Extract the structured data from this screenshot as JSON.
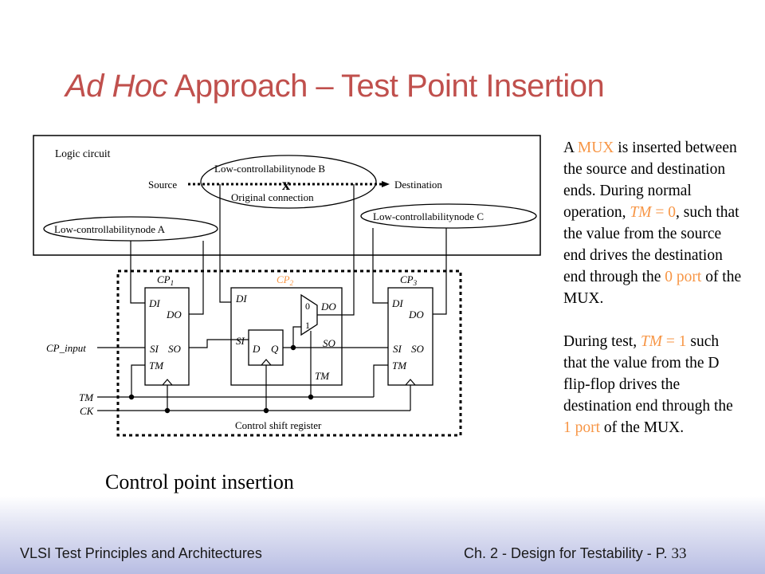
{
  "slide": {
    "title_italic": "Ad Hoc",
    "title_rest": " Approach – Test Point Insertion",
    "caption": "Control point insertion",
    "explanation": {
      "p1": [
        {
          "text": "A ",
          "hl": false
        },
        {
          "text": "MUX",
          "hl": true
        },
        {
          "text": " is inserted between the source and destination ends. During normal operation, ",
          "hl": false
        },
        {
          "text": "TM",
          "hl": true,
          "italic": true
        },
        {
          "text": " = 0",
          "hl": true
        },
        {
          "text": ", such that the value from the source end drives the destination end through the ",
          "hl": false
        },
        {
          "text": "0 port",
          "hl": true
        },
        {
          "text": " of the MUX.",
          "hl": false
        }
      ],
      "p2": [
        {
          "text": "During test, ",
          "hl": false
        },
        {
          "text": "TM",
          "hl": true,
          "italic": true
        },
        {
          "text": " = 1",
          "hl": true
        },
        {
          "text": " such that the value from the D flip-flop drives the destination end through the ",
          "hl": false
        },
        {
          "text": "1 port",
          "hl": true
        },
        {
          "text": " of the MUX.",
          "hl": false
        }
      ]
    }
  },
  "diagram": {
    "logic_circuit": "Logic circuit",
    "node_b": "Low-controllabilitynode B",
    "node_a": "Low-controllabilitynode A",
    "node_c": "Low-controllabilitynode C",
    "source": "Source",
    "destination": "Destination",
    "original_connection": "Original connection",
    "break_mark": "x",
    "cp1": "CP",
    "cp1_sub": "1",
    "cp2": "CP",
    "cp2_sub": "2",
    "cp3": "CP",
    "cp3_sub": "3",
    "di": "DI",
    "do": "DO",
    "si": "SI",
    "so": "SO",
    "tm": "TM",
    "d": "D",
    "q": "Q",
    "mux_0": "0",
    "mux_1": "1",
    "cp_input": "CP_input",
    "tm_signal": "TM",
    "ck_signal": "CK",
    "shift_register": "Control shift register"
  },
  "footer": {
    "left": "VLSI Test Principles and Architectures",
    "right": "Ch. 2 - Design for Testability - P. ",
    "page": "33"
  },
  "colors": {
    "title": "#c0504d",
    "highlight": "#f79646",
    "footer_gradient_end": "#b8bde3"
  }
}
